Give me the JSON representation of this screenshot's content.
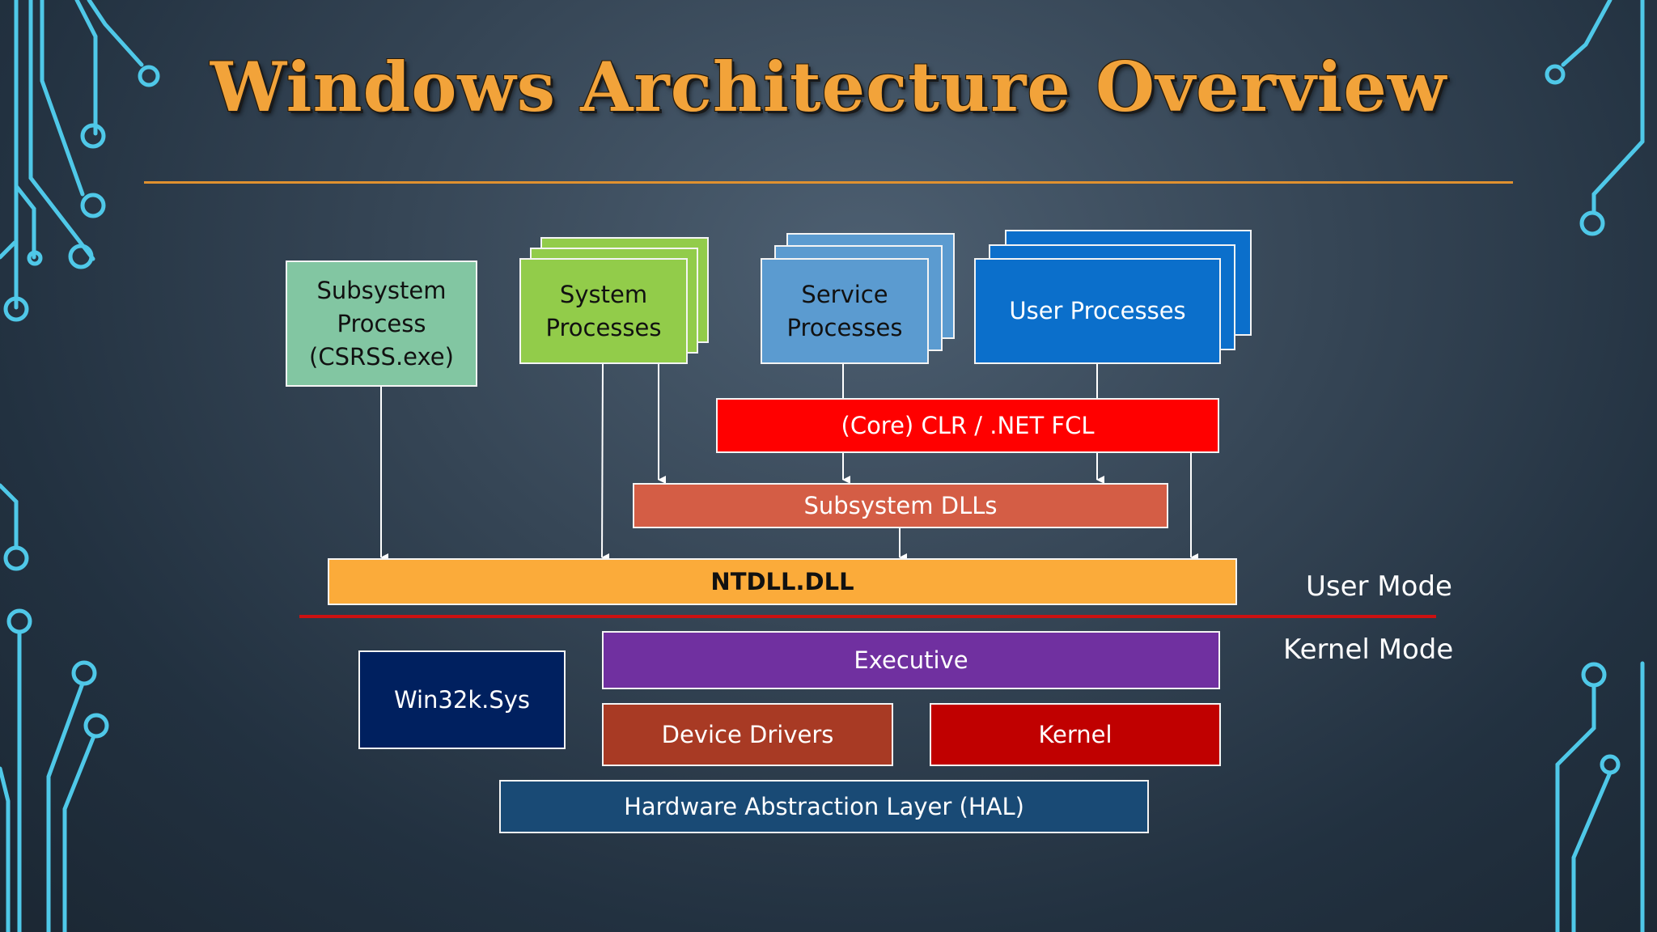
{
  "slide": {
    "title": "Windows Architecture Overview"
  },
  "diagram": {
    "subsystem_process": "Subsystem\nProcess\n(CSRSS.exe)",
    "system_processes": "System\nProcesses",
    "service_processes": "Service\nProcesses",
    "user_processes": "User Processes",
    "clr": "(Core) CLR / .NET FCL",
    "subsystem_dlls": "Subsystem DLLs",
    "ntdll": "NTDLL.DLL",
    "user_mode": "User Mode",
    "kernel_mode": "Kernel Mode",
    "executive": "Executive",
    "win32k": "Win32k.Sys",
    "device_drivers": "Device Drivers",
    "kernel": "Kernel",
    "hal": "Hardware Abstraction Layer (HAL)"
  },
  "colors": {
    "title": "#f2a33a",
    "subsystem_process": "#82c6a2",
    "system_processes": "#92cc4a",
    "service_processes": "#5b9bd0",
    "user_processes": "#0b6fcb",
    "clr": "#ff0000",
    "subsystem_dlls": "#d45d45",
    "ntdll": "#fbab3a",
    "mode_divider": "#cc1111",
    "executive": "#7030a0",
    "win32k": "#00205f",
    "device_drivers": "#a83a24",
    "kernel": "#c00000",
    "hal": "#194a75",
    "circuit": "#4fc8e8"
  }
}
